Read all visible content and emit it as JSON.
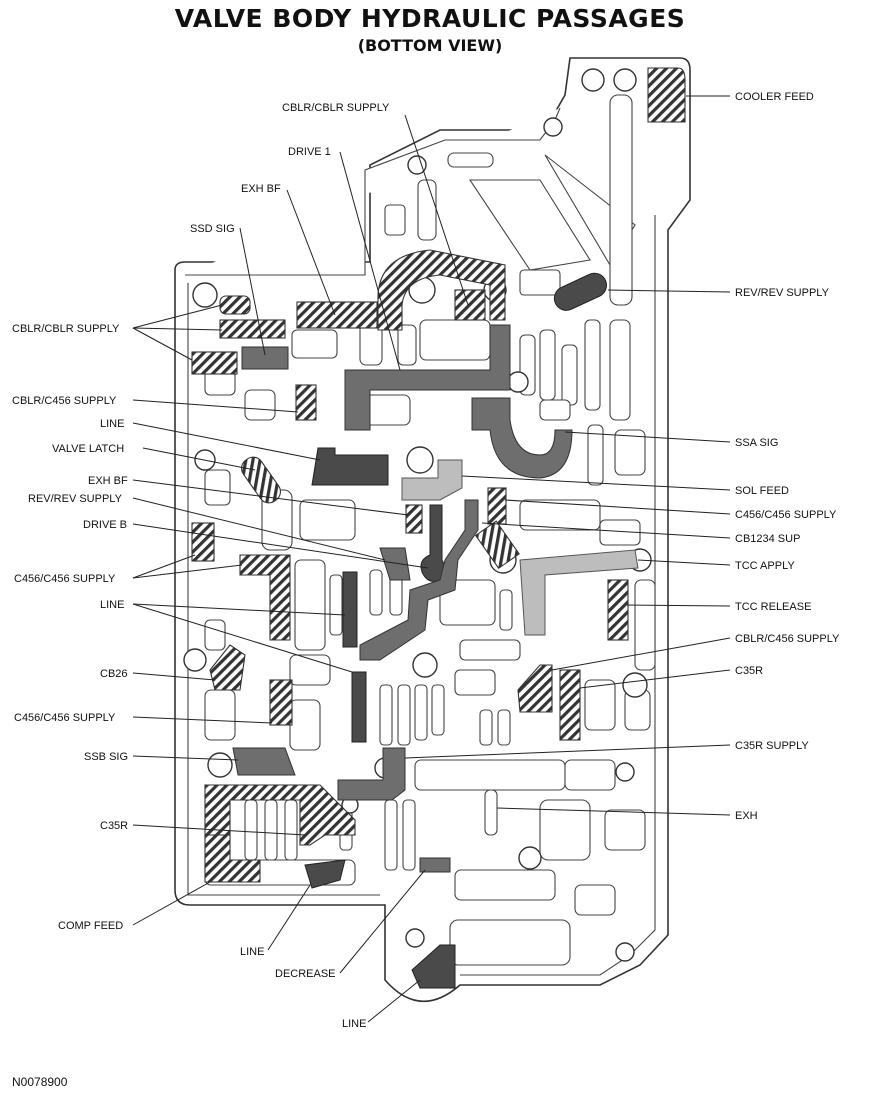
{
  "title": "VALVE BODY HYDRAULIC PASSAGES",
  "subtitle": "(BOTTOM VIEW)",
  "figure_code": "N0078900",
  "labels": {
    "cooler_feed": "COOLER FEED",
    "cblr_cblr_supply_top": "CBLR/CBLR SUPPLY",
    "drive_1": "DRIVE 1",
    "exh_bf_top": "EXH BF",
    "ssd_sig": "SSD SIG",
    "rev_rev_supply_right": "REV/REV SUPPLY",
    "cblr_cblr_supply_left": "CBLR/CBLR SUPPLY",
    "cblr_c456_supply_left": "CBLR/C456 SUPPLY",
    "line_1": "LINE",
    "valve_latch": "VALVE LATCH",
    "ssa_sig": "SSA SIG",
    "exh_bf_left": "EXH BF",
    "sol_feed": "SOL FEED",
    "rev_rev_supply_left": "REV/REV SUPPLY",
    "c456_c456_supply_right": "C456/C456 SUPPLY",
    "drive_b": "DRIVE B",
    "cb1234_sup": "CB1234 SUP",
    "tcc_apply": "TCC APPLY",
    "c456_c456_supply_left1": "C456/C456 SUPPLY",
    "line_2": "LINE",
    "tcc_release": "TCC RELEASE",
    "cblr_c456_supply_right": "CBLR/C456 SUPPLY",
    "cb26": "CB26",
    "c35r_right": "C35R",
    "c456_c456_supply_left2": "C456/C456 SUPPLY",
    "c35r_supply": "C35R SUPPLY",
    "ssb_sig": "SSB SIG",
    "exh": "EXH",
    "c35r_left": "C35R",
    "comp_feed": "COMP FEED",
    "line_3": "LINE",
    "decrease": "DECREASE",
    "line_4": "LINE"
  }
}
